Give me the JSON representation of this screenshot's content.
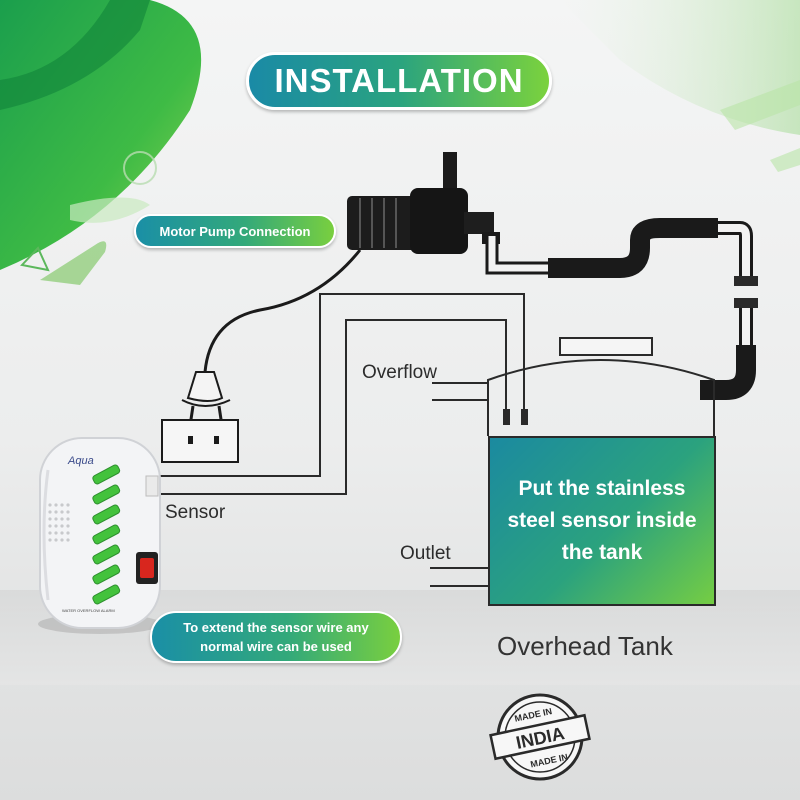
{
  "title": "INSTALLATION",
  "callouts": {
    "motor_pump": "Motor Pump Connection",
    "extend_wire": "To extend the sensor wire any normal wire can be used",
    "tank_instruction": "Put the stainless steel sensor inside the tank"
  },
  "labels": {
    "overflow": "Overflow",
    "sensor": "Sensor",
    "outlet": "Outlet",
    "overhead_tank": "Overhead Tank"
  },
  "device": {
    "brand_text": "Aqua",
    "label_text": "WATER OVERFLOW ALARM"
  },
  "stamp": {
    "top_text": "MADE IN",
    "center_text": "INDIA",
    "bottom_text": "MADE IN"
  },
  "colors": {
    "gradient_start": "#1a8aa6",
    "gradient_mid": "#2aa37f",
    "gradient_end": "#7bd23d",
    "accent_green": "#3fb83a",
    "line_dark": "#2a2a2a",
    "switch_red": "#d8261e"
  },
  "icons": [
    "motor-pump-icon",
    "power-plug-icon",
    "wall-socket-icon",
    "pipe-icon",
    "alarm-device-icon",
    "made-in-india-stamp-icon"
  ]
}
